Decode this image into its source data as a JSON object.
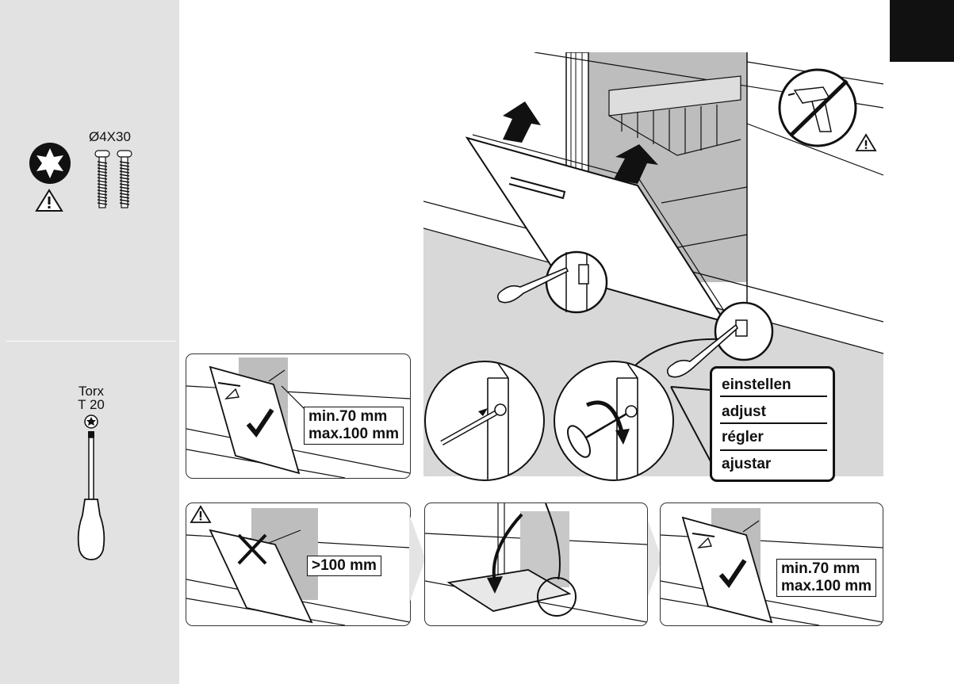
{
  "sidebar": {
    "screw_spec": "Ø4X30",
    "torx_label": "Torx",
    "torx_size": "T 20"
  },
  "panels": {
    "correct_gap_label_1": "min.70 mm",
    "correct_gap_label_2": "max.100 mm",
    "wrong_gap_label": ">100 mm",
    "final_gap_label_1": "min.70 mm",
    "final_gap_label_2": "max.100 mm"
  },
  "callout": {
    "items": [
      "einstellen",
      "adjust",
      "régler",
      "ajustar"
    ]
  },
  "icons": {
    "warning": "warning-triangle-icon",
    "check": "check-mark-icon",
    "cross": "cross-mark-icon",
    "no_drill": "no-drill-icon",
    "torx": "torx-star-icon",
    "screwdriver": "screwdriver-icon"
  },
  "colors": {
    "sidebar_bg": "#e2e2e2",
    "grey_fill": "#b8b8b8",
    "light_grey": "#e4e4e4",
    "ink": "#111111"
  }
}
